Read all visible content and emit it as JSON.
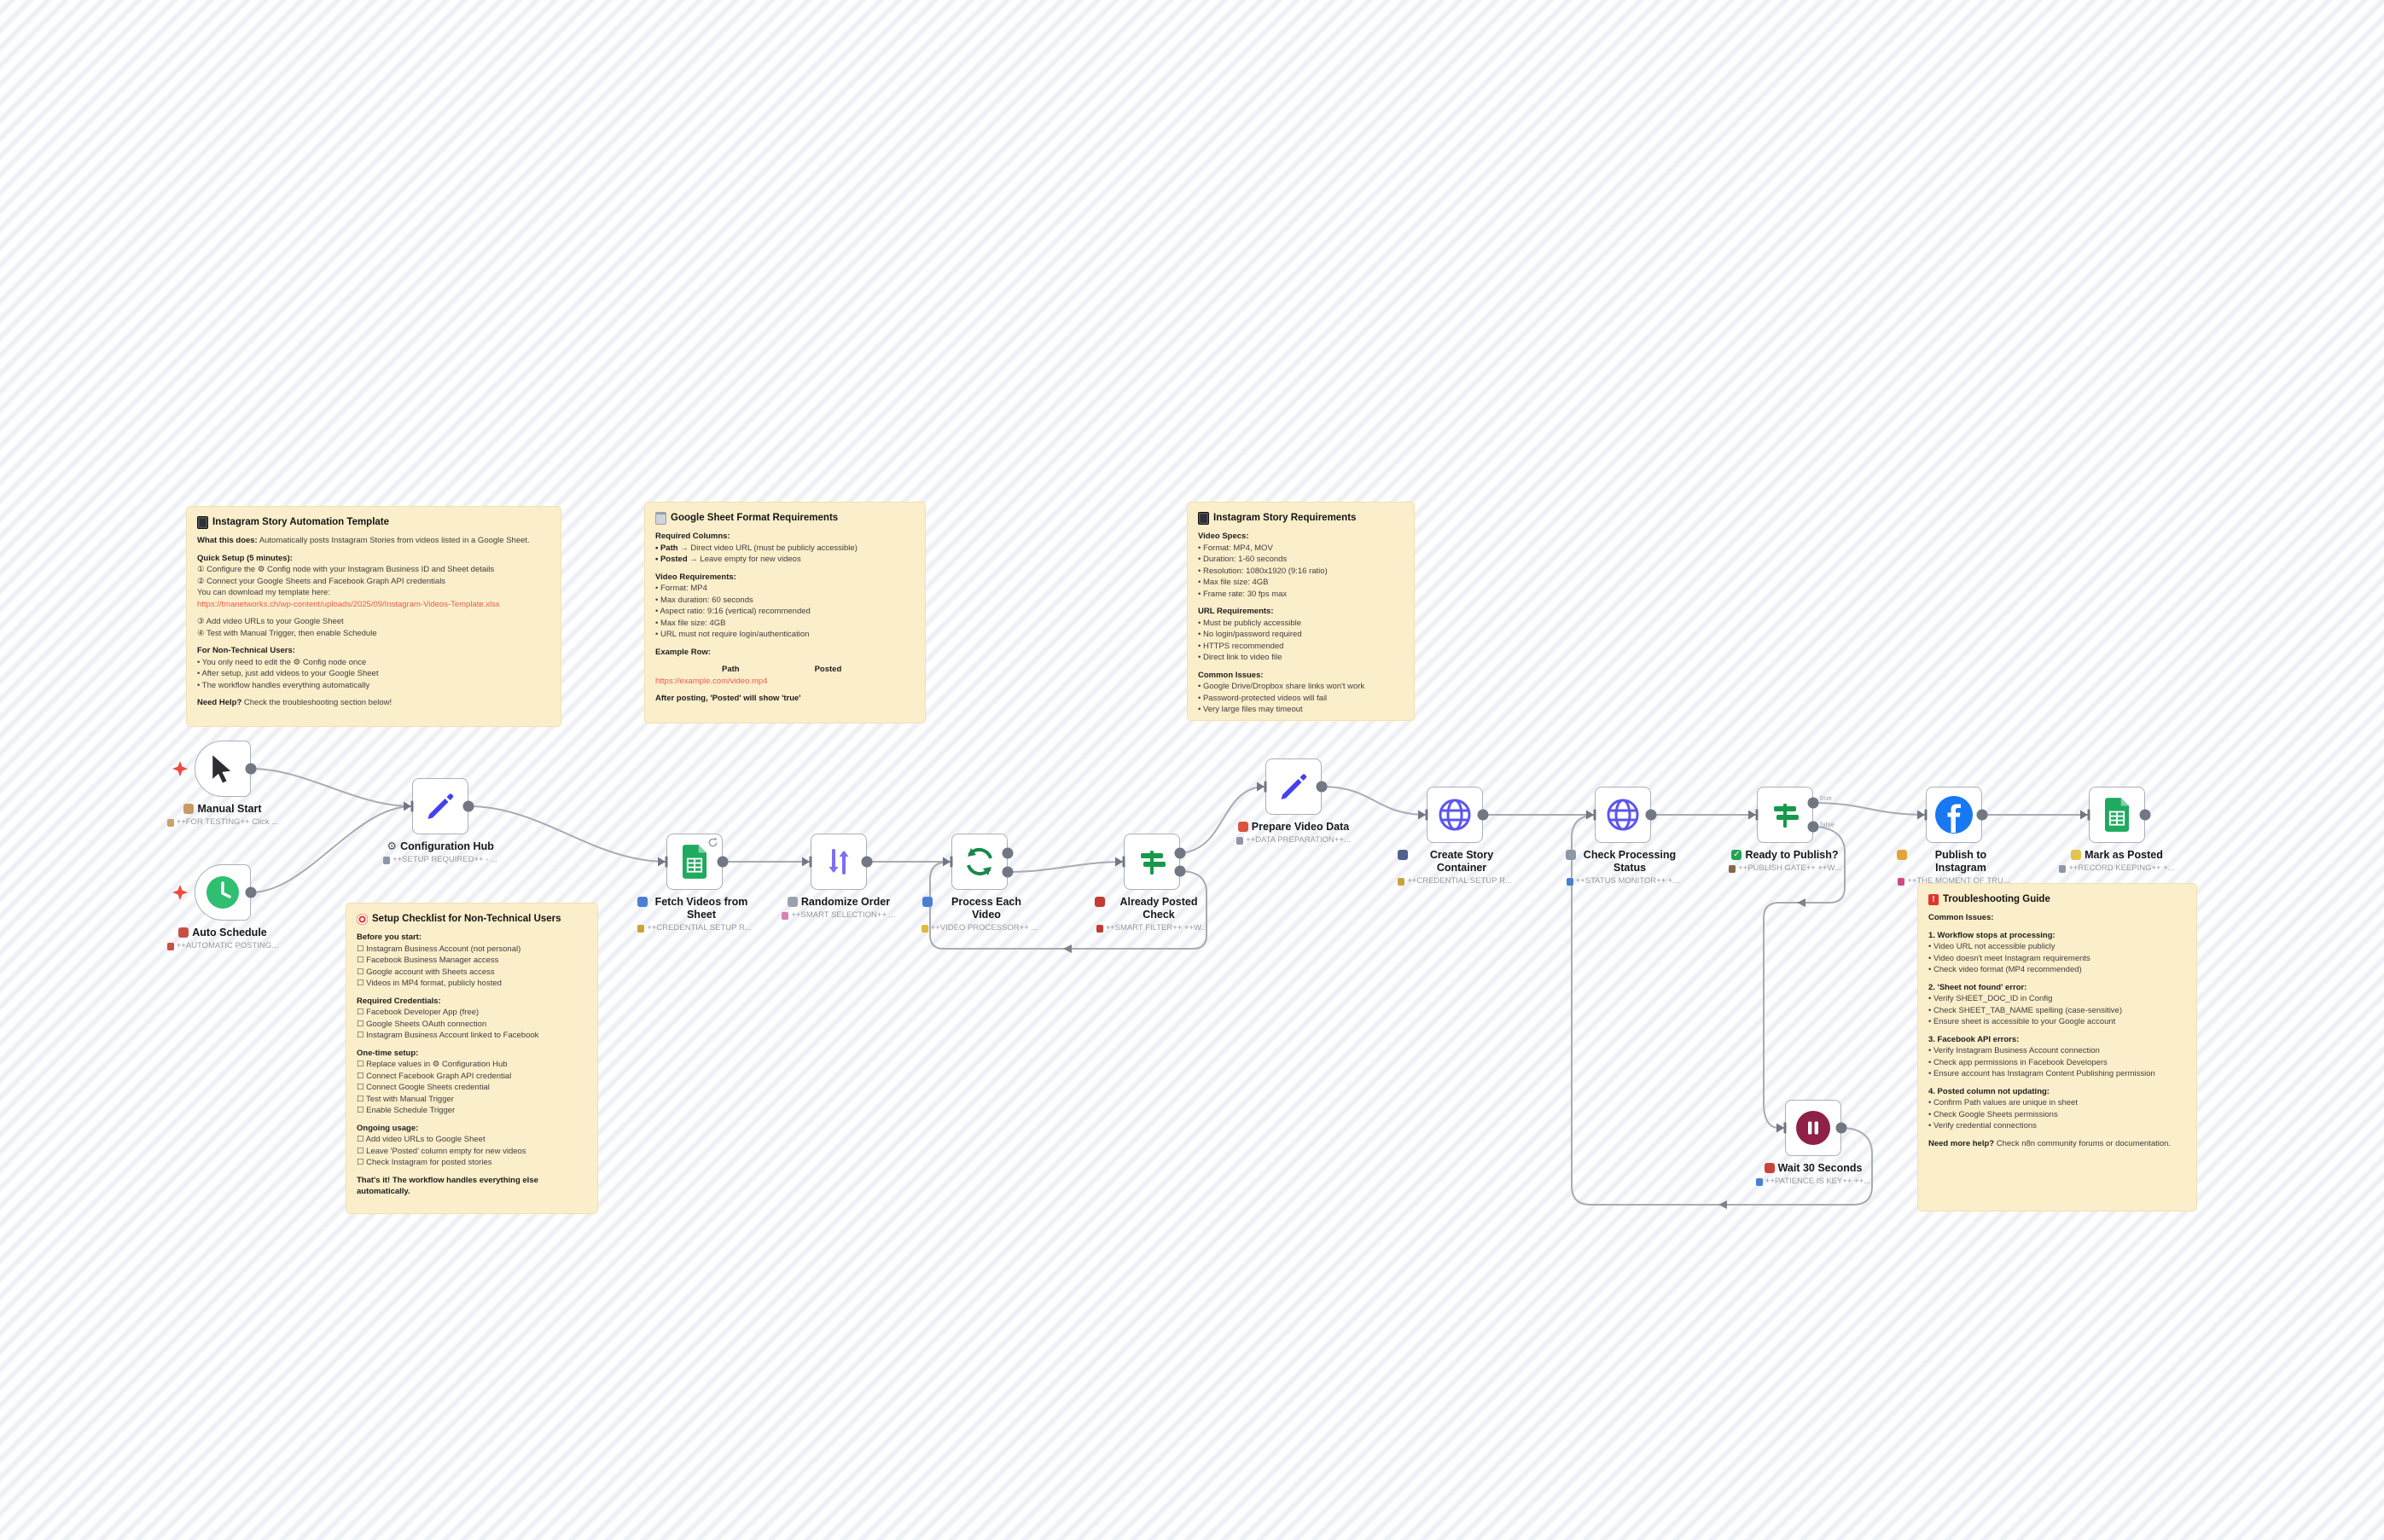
{
  "colors": {
    "sticky_bg": "#fbeeca",
    "link_red": "#e85c51",
    "wire_gray": "#a6abb4",
    "node_border": "#a9afbb",
    "sheets_green": "#1faa5f",
    "http_indigo": "#5b54f2",
    "if_green": "#169a4a",
    "loop_green": "#17894c",
    "clock_green": "#2fbf71",
    "pencil_blue": "#4440f0",
    "facebook_blue": "#1877F2",
    "wait_maroon": "#8e2049",
    "trigger_star_red": "#ee4b3c"
  },
  "ports": {
    "true_label": "true",
    "false_label": "false"
  },
  "stickies": {
    "s1": {
      "title": "Instagram Story Automation Template",
      "lines": [
        {
          "cls": "sp",
          "b": "",
          "t": ""
        },
        {
          "cls": "t",
          "b": "What this does:",
          "t": " Automatically posts Instagram Stories from videos listed in a Google Sheet."
        },
        {
          "cls": "sp",
          "b": "",
          "t": ""
        },
        {
          "cls": "h",
          "b": "Quick Setup (5 minutes):",
          "t": ""
        },
        {
          "cls": "t",
          "b": "",
          "t": "① Configure the ⚙ Config node with your Instagram Business ID and Sheet details"
        },
        {
          "cls": "t",
          "b": "",
          "t": "② Connect your Google Sheets and Facebook Graph API credentials"
        },
        {
          "cls": "t",
          "b": "",
          "t": "You can download my template here:"
        },
        {
          "cls": "lk",
          "b": "",
          "t": "https://tmanetworks.ch/wp-content/uploads/2025/09/Instagram-Videos-Template.xlsx"
        },
        {
          "cls": "sp",
          "b": "",
          "t": ""
        },
        {
          "cls": "t",
          "b": "",
          "t": "③ Add video URLs to your Google Sheet"
        },
        {
          "cls": "t",
          "b": "",
          "t": "④ Test with Manual Trigger, then enable Schedule"
        },
        {
          "cls": "sp",
          "b": "",
          "t": ""
        },
        {
          "cls": "h",
          "b": "For Non-Technical Users:",
          "t": ""
        },
        {
          "cls": "t",
          "b": "",
          "t": "• You only need to edit the ⚙ Config node once"
        },
        {
          "cls": "t",
          "b": "",
          "t": "• After setup, just add videos to your Google Sheet"
        },
        {
          "cls": "t",
          "b": "",
          "t": "• The workflow handles everything automatically"
        },
        {
          "cls": "sp",
          "b": "",
          "t": ""
        },
        {
          "cls": "t",
          "b": "Need Help?",
          "t": " Check the troubleshooting section below!"
        }
      ]
    },
    "s2": {
      "title": "Google Sheet Format Requirements",
      "lines": [
        {
          "cls": "sp",
          "b": "",
          "t": ""
        },
        {
          "cls": "h",
          "b": "Required Columns:",
          "t": ""
        },
        {
          "cls": "t",
          "b": "• Path",
          "t": " → Direct video URL (must be publicly accessible)"
        },
        {
          "cls": "t",
          "b": "• Posted",
          "t": " → Leave empty for new videos"
        },
        {
          "cls": "sp",
          "b": "",
          "t": ""
        },
        {
          "cls": "h",
          "b": "Video Requirements:",
          "t": ""
        },
        {
          "cls": "t",
          "b": "",
          "t": "• Format: MP4"
        },
        {
          "cls": "t",
          "b": "",
          "t": "• Max duration: 60 seconds"
        },
        {
          "cls": "t",
          "b": "",
          "t": "• Aspect ratio: 9:16 (vertical) recommended"
        },
        {
          "cls": "t",
          "b": "",
          "t": "• Max file size: 4GB"
        },
        {
          "cls": "t",
          "b": "",
          "t": "• URL must not require login/authentication"
        },
        {
          "cls": "sp",
          "b": "",
          "t": ""
        },
        {
          "cls": "h",
          "b": "Example Row:",
          "t": ""
        },
        {
          "cls": "sp",
          "b": "",
          "t": ""
        },
        {
          "cls": "cols",
          "b": "Path",
          "t": "Posted"
        },
        {
          "cls": "lk",
          "b": "",
          "t": "https://example.com/video.mp4"
        },
        {
          "cls": "sp",
          "b": "",
          "t": ""
        },
        {
          "cls": "h",
          "b": "After posting, 'Posted' will show 'true'",
          "t": ""
        }
      ]
    },
    "s3": {
      "title": "Instagram Story Requirements",
      "lines": [
        {
          "cls": "sp",
          "b": "",
          "t": ""
        },
        {
          "cls": "h",
          "b": "Video Specs:",
          "t": ""
        },
        {
          "cls": "t",
          "b": "",
          "t": "• Format: MP4, MOV"
        },
        {
          "cls": "t",
          "b": "",
          "t": "• Duration: 1-60 seconds"
        },
        {
          "cls": "t",
          "b": "",
          "t": "• Resolution: 1080x1920 (9:16 ratio)"
        },
        {
          "cls": "t",
          "b": "",
          "t": "• Max file size: 4GB"
        },
        {
          "cls": "t",
          "b": "",
          "t": "• Frame rate: 30 fps max"
        },
        {
          "cls": "sp",
          "b": "",
          "t": ""
        },
        {
          "cls": "h",
          "b": "URL Requirements:",
          "t": ""
        },
        {
          "cls": "t",
          "b": "",
          "t": "• Must be publicly accessible"
        },
        {
          "cls": "t",
          "b": "",
          "t": "• No login/password required"
        },
        {
          "cls": "t",
          "b": "",
          "t": "• HTTPS recommended"
        },
        {
          "cls": "t",
          "b": "",
          "t": "• Direct link to video file"
        },
        {
          "cls": "sp",
          "b": "",
          "t": ""
        },
        {
          "cls": "h",
          "b": "Common Issues:",
          "t": ""
        },
        {
          "cls": "t",
          "b": "",
          "t": "• Google Drive/Dropbox share links won't work"
        },
        {
          "cls": "t",
          "b": "",
          "t": "• Password-protected videos will fail"
        },
        {
          "cls": "t",
          "b": "",
          "t": "• Very large files may timeout"
        }
      ]
    },
    "s4": {
      "title": "Setup Checklist for Non-Technical Users",
      "lines": [
        {
          "cls": "sp",
          "b": "",
          "t": ""
        },
        {
          "cls": "h",
          "b": "Before you start:",
          "t": ""
        },
        {
          "cls": "t",
          "b": "",
          "t": "☐ Instagram Business Account (not personal)"
        },
        {
          "cls": "t",
          "b": "",
          "t": "☐ Facebook Business Manager access"
        },
        {
          "cls": "t",
          "b": "",
          "t": "☐ Google account with Sheets access"
        },
        {
          "cls": "t",
          "b": "",
          "t": "☐ Videos in MP4 format, publicly hosted"
        },
        {
          "cls": "sp",
          "b": "",
          "t": ""
        },
        {
          "cls": "h",
          "b": "Required Credentials:",
          "t": ""
        },
        {
          "cls": "t",
          "b": "",
          "t": "☐ Facebook Developer App (free)"
        },
        {
          "cls": "t",
          "b": "",
          "t": "☐ Google Sheets OAuth connection"
        },
        {
          "cls": "t",
          "b": "",
          "t": "☐ Instagram Business Account linked to Facebook"
        },
        {
          "cls": "sp",
          "b": "",
          "t": ""
        },
        {
          "cls": "h",
          "b": "One-time setup:",
          "t": ""
        },
        {
          "cls": "t",
          "b": "",
          "t": "☐ Replace values in ⚙ Configuration Hub"
        },
        {
          "cls": "t",
          "b": "",
          "t": "☐ Connect Facebook Graph API credential"
        },
        {
          "cls": "t",
          "b": "",
          "t": "☐ Connect Google Sheets credential"
        },
        {
          "cls": "t",
          "b": "",
          "t": "☐ Test with Manual Trigger"
        },
        {
          "cls": "t",
          "b": "",
          "t": "☐ Enable Schedule Trigger"
        },
        {
          "cls": "sp",
          "b": "",
          "t": ""
        },
        {
          "cls": "h",
          "b": "Ongoing usage:",
          "t": ""
        },
        {
          "cls": "t",
          "b": "",
          "t": "☐ Add video URLs to Google Sheet"
        },
        {
          "cls": "t",
          "b": "",
          "t": "☐ Leave 'Posted' column empty for new videos"
        },
        {
          "cls": "t",
          "b": "",
          "t": "☐ Check Instagram for posted stories"
        },
        {
          "cls": "sp",
          "b": "",
          "t": ""
        },
        {
          "cls": "h",
          "b": "That's it! The workflow handles everything else automatically.",
          "t": ""
        }
      ]
    },
    "s5": {
      "title": "Troubleshooting Guide",
      "lines": [
        {
          "cls": "sp",
          "b": "",
          "t": ""
        },
        {
          "cls": "h",
          "b": "Common Issues:",
          "t": ""
        },
        {
          "cls": "sp",
          "b": "",
          "t": ""
        },
        {
          "cls": "h",
          "b": "1. Workflow stops at processing:",
          "t": ""
        },
        {
          "cls": "t",
          "b": "",
          "t": "• Video URL not accessible publicly"
        },
        {
          "cls": "t",
          "b": "",
          "t": "• Video doesn't meet Instagram requirements"
        },
        {
          "cls": "t",
          "b": "",
          "t": "• Check video format (MP4 recommended)"
        },
        {
          "cls": "sp",
          "b": "",
          "t": ""
        },
        {
          "cls": "h",
          "b": "2. 'Sheet not found' error:",
          "t": ""
        },
        {
          "cls": "t",
          "b": "",
          "t": "• Verify SHEET_DOC_ID in Config"
        },
        {
          "cls": "t",
          "b": "",
          "t": "• Check SHEET_TAB_NAME spelling (case-sensitive)"
        },
        {
          "cls": "t",
          "b": "",
          "t": "• Ensure sheet is accessible to your Google account"
        },
        {
          "cls": "sp",
          "b": "",
          "t": ""
        },
        {
          "cls": "h",
          "b": "3. Facebook API errors:",
          "t": ""
        },
        {
          "cls": "t",
          "b": "",
          "t": "• Verify Instagram Business Account connection"
        },
        {
          "cls": "t",
          "b": "",
          "t": "• Check app permissions in Facebook Developers"
        },
        {
          "cls": "t",
          "b": "",
          "t": "• Ensure account has Instagram Content Publishing permission"
        },
        {
          "cls": "sp",
          "b": "",
          "t": ""
        },
        {
          "cls": "h",
          "b": "4. Posted column not updating:",
          "t": ""
        },
        {
          "cls": "t",
          "b": "",
          "t": "• Confirm Path values are unique in sheet"
        },
        {
          "cls": "t",
          "b": "",
          "t": "• Check Google Sheets permissions"
        },
        {
          "cls": "t",
          "b": "",
          "t": "• Verify credential connections"
        },
        {
          "cls": "sp",
          "b": "",
          "t": ""
        },
        {
          "cls": "t",
          "b": "Need more help?",
          "t": " Check n8n community forums or documentation."
        }
      ]
    }
  },
  "nodes": {
    "manual": {
      "label": "Manual Start",
      "caption": "++FOR TESTING++ Click ..."
    },
    "auto": {
      "label": "Auto Schedule",
      "caption": "++AUTOMATIC POSTING..."
    },
    "config": {
      "label": "Configuration Hub",
      "caption": "++SETUP REQUIRED++ - ..."
    },
    "fetch": {
      "label": "Fetch Videos from Sheet",
      "caption": "++CREDENTIAL SETUP R..."
    },
    "randomize": {
      "label": "Randomize Order",
      "caption": "++SMART SELECTION++ ..."
    },
    "process": {
      "label": "Process Each Video",
      "caption": "++VIDEO PROCESSOR++ ..."
    },
    "already": {
      "label": "Already Posted Check",
      "caption": "++SMART FILTER++ ++W..."
    },
    "prepare": {
      "label": "Prepare Video Data",
      "caption": "++DATA PREPARATION++..."
    },
    "create": {
      "label": "Create Story Container",
      "caption": "++CREDENTIAL SETUP R..."
    },
    "check": {
      "label": "Check Processing Status",
      "caption": "++STATUS MONITOR++ +..."
    },
    "ready": {
      "label": "Ready to Publish?",
      "caption": "++PUBLISH GATE++ ++W..."
    },
    "publish": {
      "label": "Publish to Instagram",
      "caption": "++THE MOMENT OF TRU..."
    },
    "mark": {
      "label": "Mark as Posted",
      "caption": "++RECORD KEEPING++ +..."
    },
    "wait": {
      "label": "Wait 30 Seconds",
      "caption": "++PATIENCE IS KEY++ ++..."
    }
  }
}
